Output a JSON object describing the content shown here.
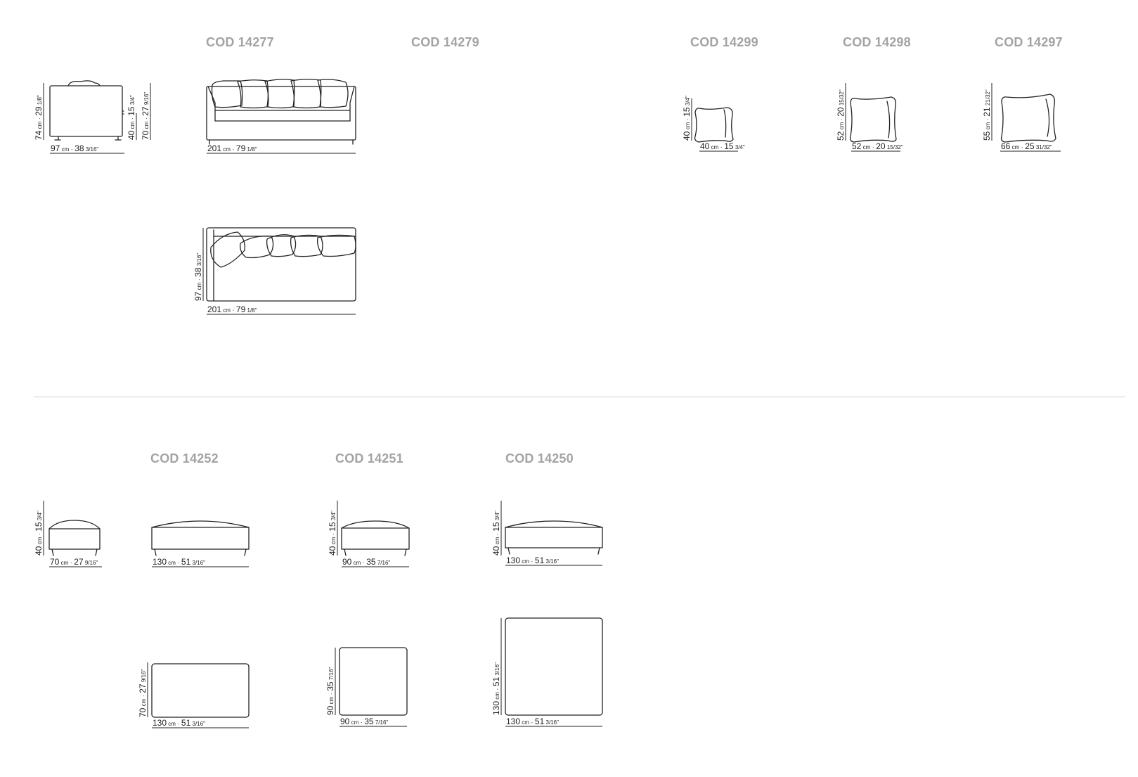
{
  "colors": {
    "code_label": "#a3a3a3",
    "line": "#222222",
    "divider": "#cfcfcf"
  },
  "codes": {
    "c14277": "COD 14277",
    "c14279": "COD 14279",
    "c14299": "COD 14299",
    "c14298": "COD 14298",
    "c14297": "COD 14297",
    "c14252": "COD 14252",
    "c14251": "COD 14251",
    "c14250": "COD 14250"
  },
  "dims": {
    "d1": {
      "cm": "97",
      "unit": "cm",
      "inch": "38",
      "frac": "3/16\""
    },
    "d2": {
      "cm": "74",
      "unit": "cm",
      "inch": "29",
      "frac": "1/8\""
    },
    "d3": {
      "cm": "40",
      "unit": "cm",
      "inch": "15",
      "frac": "3/4\""
    },
    "d4": {
      "cm": "70",
      "unit": "cm",
      "inch": "27",
      "frac": "9/16\""
    },
    "d5": {
      "cm": "201",
      "unit": "cm",
      "inch": "79",
      "frac": "1/8\""
    },
    "d6": {
      "cm": "201",
      "unit": "cm",
      "inch": "79",
      "frac": "1/8\""
    },
    "d7": {
      "cm": "97",
      "unit": "cm",
      "inch": "38",
      "frac": "3/16\""
    },
    "d8": {
      "cm": "40",
      "unit": "cm",
      "inch": "15",
      "frac": "3/4\""
    },
    "d9": {
      "cm": "40",
      "unit": "cm",
      "inch": "15",
      "frac": "3/4\""
    },
    "d10": {
      "cm": "52",
      "unit": "cm",
      "inch": "20",
      "frac": "15/32\""
    },
    "d11": {
      "cm": "52",
      "unit": "cm",
      "inch": "20",
      "frac": "15/32\""
    },
    "d12": {
      "cm": "55",
      "unit": "cm",
      "inch": "21",
      "frac": "21/32\""
    },
    "d13": {
      "cm": "66",
      "unit": "cm",
      "inch": "25",
      "frac": "31/32\""
    },
    "d14": {
      "cm": "40",
      "unit": "cm",
      "inch": "15",
      "frac": "3/4\""
    },
    "d15": {
      "cm": "70",
      "unit": "cm",
      "inch": "27",
      "frac": "9/16\""
    },
    "d16": {
      "cm": "130",
      "unit": "cm",
      "inch": "51",
      "frac": "3/16\""
    },
    "d17": {
      "cm": "40",
      "unit": "cm",
      "inch": "15",
      "frac": "3/4\""
    },
    "d18": {
      "cm": "90",
      "unit": "cm",
      "inch": "35",
      "frac": "7/16\""
    },
    "d19": {
      "cm": "40",
      "unit": "cm",
      "inch": "15",
      "frac": "3/4\""
    },
    "d20": {
      "cm": "130",
      "unit": "cm",
      "inch": "51",
      "frac": "3/16\""
    },
    "d21": {
      "cm": "70",
      "unit": "cm",
      "inch": "27",
      "frac": "9/16\""
    },
    "d22": {
      "cm": "130",
      "unit": "cm",
      "inch": "51",
      "frac": "3/16\""
    },
    "d23": {
      "cm": "90",
      "unit": "cm",
      "inch": "35",
      "frac": "7/16\""
    },
    "d24": {
      "cm": "90",
      "unit": "cm",
      "inch": "35",
      "frac": "7/16\""
    },
    "d25": {
      "cm": "130",
      "unit": "cm",
      "inch": "51",
      "frac": "3/16\""
    },
    "d26": {
      "cm": "130",
      "unit": "cm",
      "inch": "51",
      "frac": "3/16\""
    }
  }
}
